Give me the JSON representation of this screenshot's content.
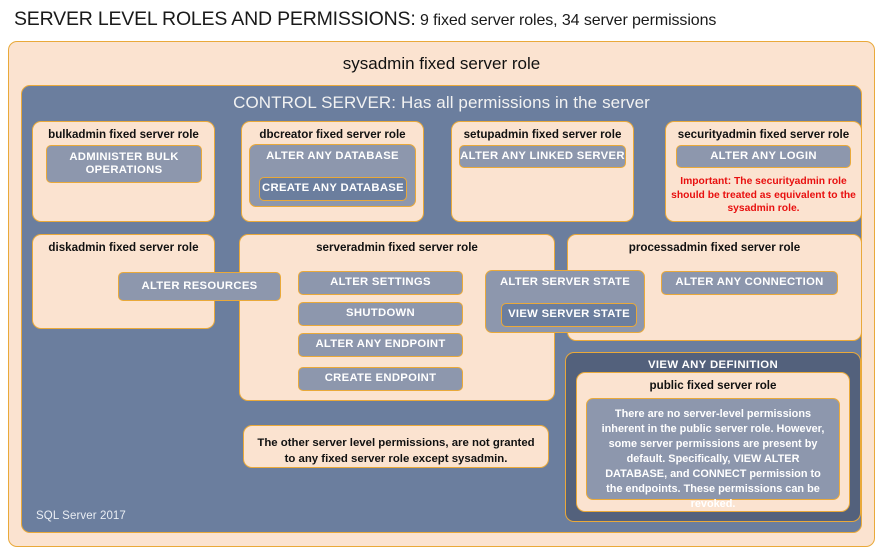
{
  "title": {
    "strong": "SERVER LEVEL ROLES AND PERMISSIONS:",
    "rest": "9 fixed server roles, 34 server permissions"
  },
  "colors": {
    "cream": "#fbe3d0",
    "gold_border": "#e9a93a",
    "slate": "#6b7e9e",
    "slate_dark": "#53617c",
    "chip": "#8d97ad",
    "warning_red": "#e8100f",
    "page_background": "#ffffff"
  },
  "sysadmin": {
    "label": "sysadmin  fixed  server  role"
  },
  "control_server": {
    "heading": "CONTROL SERVER: Has all permissions in the server",
    "footer": "SQL Server 2017"
  },
  "roles": {
    "bulkadmin": {
      "label": "bulkadmin  fixed server role",
      "permissions": [
        "ADMINISTER  BULK OPERATIONS"
      ]
    },
    "dbcreator": {
      "label": "dbcreator fixed server role",
      "permissions": [
        "ALTER ANY DATABASE",
        "CREATE  ANY DATABASE"
      ]
    },
    "setupadmin": {
      "label": "setupadmin fixed server role",
      "permissions": [
        "ALTER ANY LINKED SERVER"
      ]
    },
    "securityadmin": {
      "label": "securityadmin  fixed server role",
      "permissions": [
        "ALTER ANY LOGIN"
      ],
      "warning": "Important:  The securityadmin role should  be treated  as equivalent to the  sysadmin role."
    },
    "diskadmin": {
      "label": "diskadmin  fixed server role",
      "permissions": [
        "ALTER RESOURCES"
      ]
    },
    "serveradmin": {
      "label": "serveradmin fixed server role",
      "permissions": [
        "ALTER SETTINGS",
        "SHUTDOWN",
        "ALTER ANY ENDPOINT",
        "CREATE  ENDPOINT"
      ],
      "shared_permissions": [
        "ALTER SERVER  STATE",
        "VIEW SERVER  STATE"
      ]
    },
    "processadmin": {
      "label": "processadmin fixed server role",
      "permissions": [
        "ALTER ANY CONNECTION"
      ]
    },
    "public": {
      "outer_permission": "VIEW ANY DEFINITION",
      "label": "public  fixed server role",
      "description": "There are no server-level permissions inherent in the public server role. However, some server permissions are present by default. Specifically, VIEW ALTER DATABASE, and CONNECT permission to the endpoints. These permissions can be revoked."
    }
  },
  "notes": {
    "other_permissions": "The other server level permissions,  are not granted to any fixed server role except sysadmin."
  }
}
